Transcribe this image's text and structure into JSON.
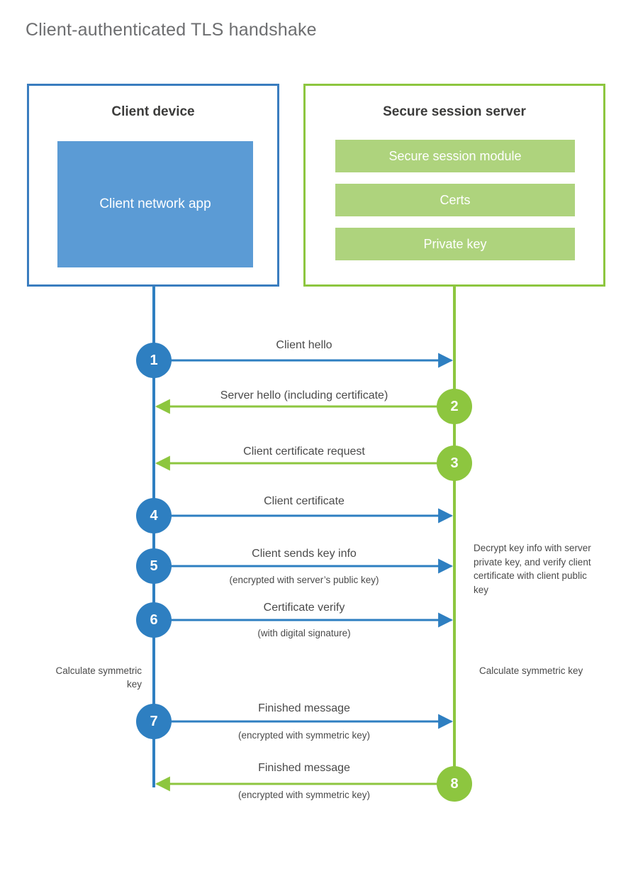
{
  "title": "Client-authenticated TLS handshake",
  "colors": {
    "client_accent": "#2e7fc1",
    "client_border": "#3a7dbf",
    "client_fill": "#5b9bd5",
    "server_accent": "#8dc63f",
    "server_fill": "#aed37d",
    "title_text": "#6d6e70",
    "body_text": "#4a4a4a"
  },
  "client": {
    "title": "Client device",
    "app_label": "Client network app"
  },
  "server": {
    "title": "Secure session server",
    "components": [
      {
        "label": "Secure session module"
      },
      {
        "label": "Certs"
      },
      {
        "label": "Private key"
      }
    ]
  },
  "steps": [
    {
      "number": "1",
      "label": "Client hello",
      "sub": "",
      "direction": "client-to-server",
      "origin": "client"
    },
    {
      "number": "2",
      "label": "Server hello (including certificate)",
      "sub": "",
      "direction": "server-to-client",
      "origin": "server"
    },
    {
      "number": "3",
      "label": "Client certificate request",
      "sub": "",
      "direction": "server-to-client",
      "origin": "server"
    },
    {
      "number": "4",
      "label": "Client certificate",
      "sub": "",
      "direction": "client-to-server",
      "origin": "client"
    },
    {
      "number": "5",
      "label": "Client sends key info",
      "sub": "(encrypted with server’s public key)",
      "direction": "client-to-server",
      "origin": "client"
    },
    {
      "number": "6",
      "label": "Certificate verify",
      "sub": "(with digital signature)",
      "direction": "client-to-server",
      "origin": "client"
    },
    {
      "number": "7",
      "label": "Finished message",
      "sub": "(encrypted with symmetric key)",
      "direction": "client-to-server",
      "origin": "client"
    },
    {
      "number": "8",
      "label": "Finished message",
      "sub": "(encrypted with symmetric key)",
      "direction": "server-to-client",
      "origin": "server"
    }
  ],
  "notes": {
    "server_decrypt": "Decrypt key info with server private key, and verify client certificate with client public key",
    "client_calculate": "Calculate symmetric key",
    "server_calculate": "Calculate symmetric key"
  }
}
